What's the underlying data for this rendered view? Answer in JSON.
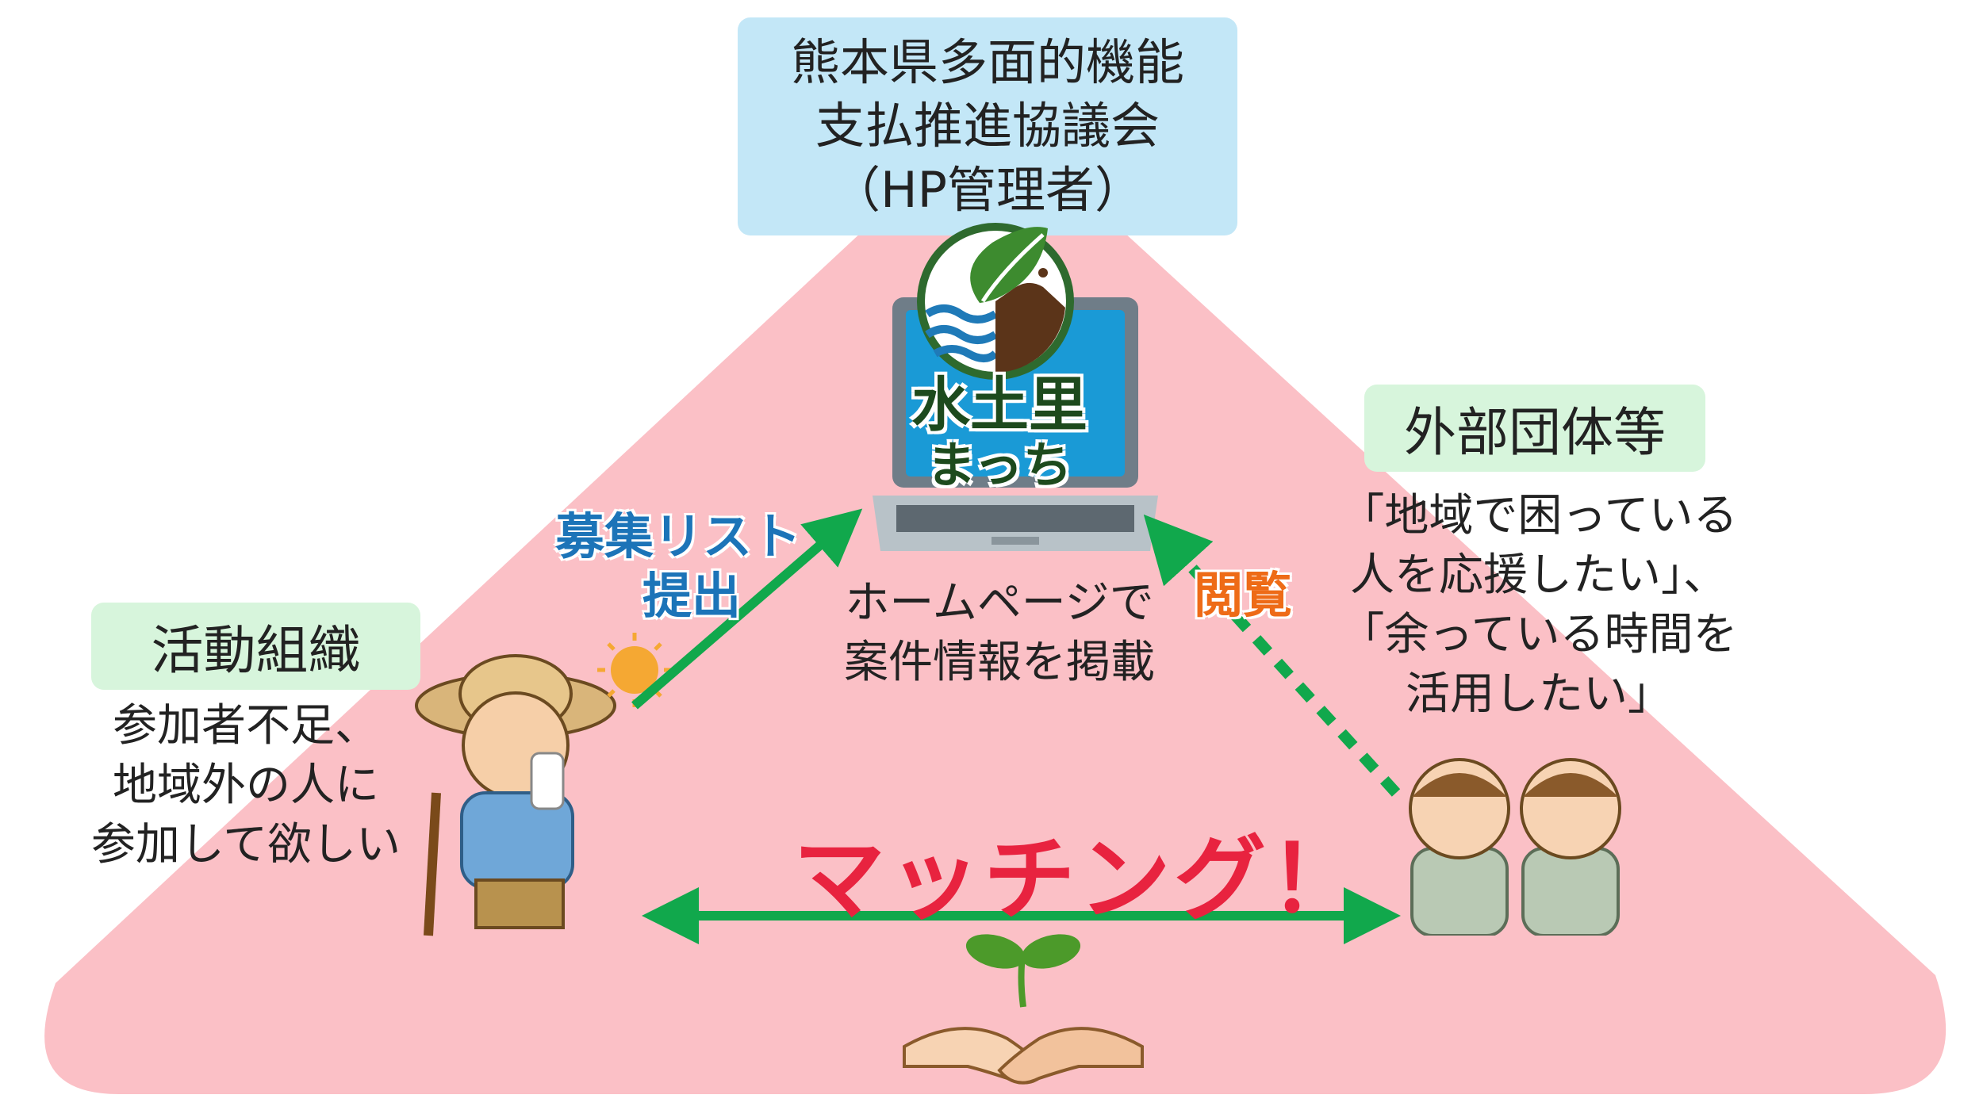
{
  "hq": {
    "lines": [
      "熊本県多面的機能",
      "支払推進協議会",
      "（HP管理者）"
    ]
  },
  "logo": {
    "name_line1": "水土里",
    "name_line2": "まっち"
  },
  "center_caption": {
    "line1": "ホームページで",
    "line2": "案件情報を掲載"
  },
  "left": {
    "tag": "活動組織",
    "desc_lines": [
      "参加者不足、",
      "地域外の人に",
      "参加して欲しい"
    ],
    "arrow_label_line1": "募集リスト",
    "arrow_label_line2": "提出"
  },
  "right": {
    "tag": "外部団体等",
    "desc_lines": [
      "「地域で困っている",
      "人を応援したい」、",
      "「余っている時間を",
      "活用したい」"
    ],
    "arrow_label": "閲覧"
  },
  "matching_label": "マッチング！",
  "colors": {
    "triangle": "#fbc0c6",
    "hq_box": "#c3e7f7",
    "tag_box": "#d7f5dc",
    "arrow_green": "#11a84c",
    "blue_text": "#1c74b8",
    "orange_text": "#ee6b17",
    "matching_red": "#e8233f"
  }
}
